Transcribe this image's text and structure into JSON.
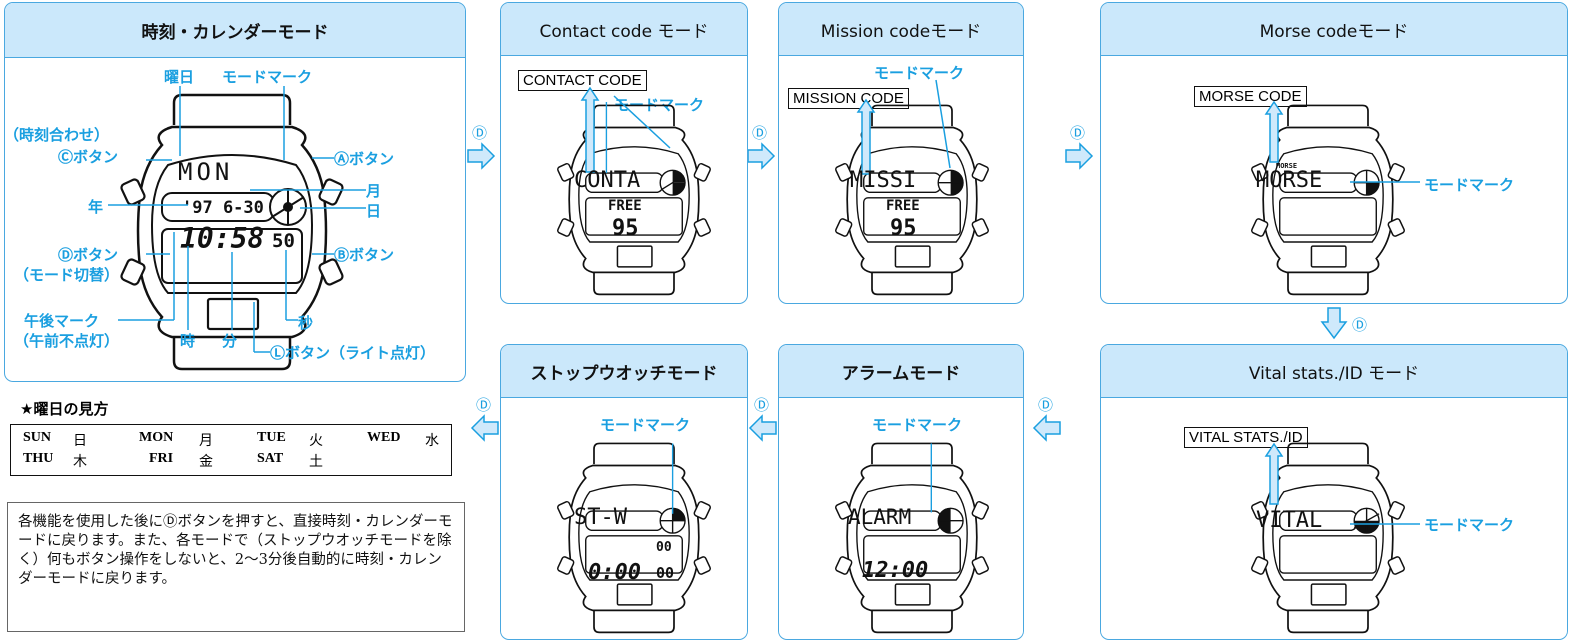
{
  "panels": {
    "time_calendar": {
      "title": "時刻・カレンダーモード",
      "labels": {
        "weekday": "曜日",
        "mode_mark": "モードマーク",
        "time_set": "（時刻合わせ）",
        "c_button": "Ⓒボタン",
        "a_button": "Ⓐボタン",
        "month": "月",
        "year": "年",
        "day": "日",
        "d_button": "Ⓓボタン",
        "mode_switch": "（モード切替）",
        "b_button": "Ⓑボタン",
        "pm_mark": "午後マーク",
        "am_off": "（午前不点灯）",
        "second": "秒",
        "hour": "時",
        "minute": "分",
        "l_button": "Ⓛボタン（ライト点灯）"
      },
      "lcd": {
        "top": "MON",
        "date": "'97  6-30",
        "time": "10:58",
        "seconds": "50"
      }
    },
    "contact": {
      "title": "Contact code モード",
      "box": "CONTACT CODE",
      "mode_mark": "モードマーク",
      "lcd_top": "CONTA",
      "lcd_mid": "FREE",
      "lcd_bottom": "95"
    },
    "mission": {
      "title": "Mission codeモード",
      "box": "MISSION CODE",
      "mode_mark": "モードマーク",
      "lcd_top": "MISSI",
      "lcd_mid": "FREE",
      "lcd_bottom": "95"
    },
    "morse": {
      "title": "Morse codeモード",
      "box": "MORSE CODE",
      "mode_mark": "モードマーク",
      "lcd_small": "MORSE",
      "lcd_top": "MORSE"
    },
    "stopwatch": {
      "title": "ストップウオッチモード",
      "mode_mark": "モードマーク",
      "lcd_top": "ST-W",
      "lcd_small": "00",
      "lcd_bottom": "0:00",
      "lcd_bottom_small": "00"
    },
    "alarm": {
      "title": "アラームモード",
      "mode_mark": "モードマーク",
      "lcd_top": "ALARM",
      "lcd_bottom": "12:00"
    },
    "vital": {
      "title": "Vital stats./ID モード",
      "box": "VITAL STATS./ID",
      "mode_mark": "モードマーク",
      "lcd_top": "VITAL"
    }
  },
  "arrow_label": "Ⓓ",
  "weekday_guide": {
    "title": "★曜日の見方",
    "rows": [
      [
        {
          "en": "SUN",
          "jp": "日"
        },
        {
          "en": "MON",
          "jp": "月"
        },
        {
          "en": "TUE",
          "jp": "火"
        },
        {
          "en": "WED",
          "jp": "水"
        }
      ],
      [
        {
          "en": "THU",
          "jp": "木"
        },
        {
          "en": "FRI",
          "jp": "金"
        },
        {
          "en": "SAT",
          "jp": "土"
        }
      ]
    ]
  },
  "note": "各機能を使用した後にⒹボタンを押すと、直接時刻・カレンダーモードに戻ります。また、各モードで（ストップウオッチモードを除く）何もボタン操作をしないと、2〜3分後自動的に時刻・カレンダーモードに戻ります。",
  "colors": {
    "accent": "#1a9fe0",
    "header_bg": "#cbe8fb",
    "border": "#4aa8e0",
    "arrow_fill": "#cfe9fb"
  }
}
